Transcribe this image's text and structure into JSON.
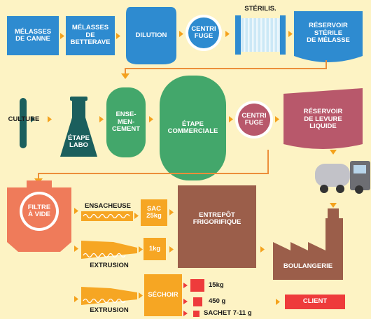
{
  "labels": {
    "melasses_canne": "MÉLASSES\nDE CANNE",
    "melasses_betterave": "MÉLASSES\nDE\nBETTERAVE",
    "dilution": "DILUTION",
    "centrifuge_1": "CENTRI\nFUGE",
    "sterilis": "STÉRILIS.",
    "reservoir_sterile": "RÉSERVOIR\nSTÉRILE\nDE MÉLASSE",
    "culture": "CULTURE",
    "etape_labo": "ÉTAPE\nLABO",
    "ensemencement": "ENSE-\nMEN-\nCEMENT",
    "etape_commerciale": "ÉTAPE\nCOMMERCIALE",
    "centrifuge_2": "CENTRI\nFUGE",
    "reservoir_levure": "RÉSERVOIR\nDE LEVURE\nLIQUIDE",
    "filtre_vide": "FILTRE\nÀ VIDE",
    "ensacheuse": "ENSACHEUSE",
    "sac_25kg": "SAC\n25kg",
    "extrusion_1": "EXTRUSION",
    "box_1kg": "1kg",
    "entrepot": "ENTREPÔT\nFRIGORIFIQUE",
    "boulangerie": "BOULANGERIE",
    "extrusion_2": "EXTRUSION",
    "sechoir": "SÉCHOIR",
    "pack_15kg": "15kg",
    "pack_450g": "450 g",
    "sachet": "SACHET 7-11 g",
    "client": "CLIENT"
  },
  "colors": {
    "background": "#fdf3c4",
    "blue": "#2e8bd0",
    "sky": "#cce8f6",
    "green": "#43a76b",
    "teal": "#1b5f5d",
    "mauve": "#b8586b",
    "brown": "#9b5e4a",
    "salmon": "#ef7b5a",
    "orange": "#f6a623",
    "red": "#ee3b3b",
    "arrow": "#f4a21c",
    "line": "#ec8e3a"
  }
}
